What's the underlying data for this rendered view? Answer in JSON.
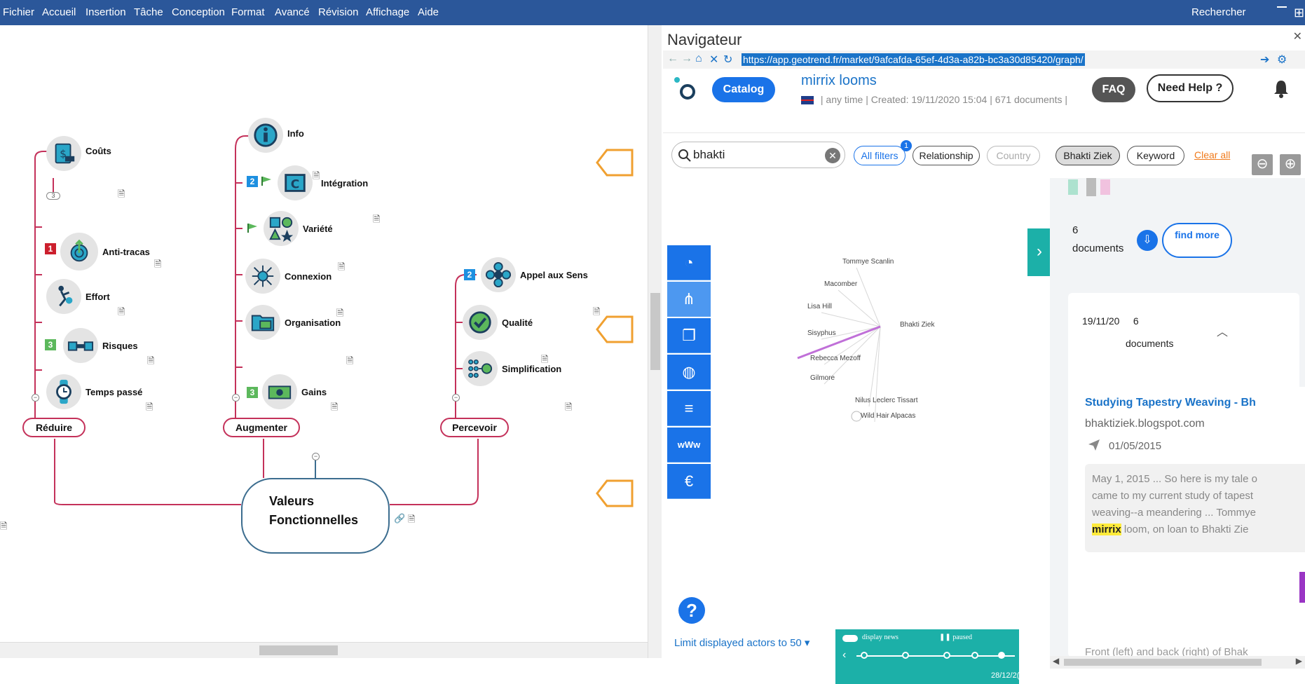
{
  "menubar": {
    "items": [
      "Fichier",
      "Accueil",
      "Insertion",
      "Tâche",
      "Conception",
      "Format",
      "Avancé",
      "Révision",
      "Affichage",
      "Aide"
    ],
    "search": "Rechercher"
  },
  "mindmap": {
    "central": {
      "line1": "Valeurs",
      "line2": "Fonctionnelles"
    },
    "branches": {
      "reduire": {
        "label": "Réduire",
        "collapse_badge": "3",
        "topics": [
          "Coûts",
          "Anti-tracas",
          "Effort",
          "Risques",
          "Temps passé"
        ]
      },
      "augmenter": {
        "label": "Augmenter",
        "topics": [
          "Info",
          "Intégration",
          "Variété",
          "Connexion",
          "Organisation",
          "Gains"
        ]
      },
      "percevoir": {
        "label": "Percevoir",
        "topics": [
          "Appel aux Sens",
          "Qualité",
          "Simplification"
        ]
      }
    },
    "priority_badges": [
      "1",
      "3",
      "2",
      "3",
      "2"
    ],
    "colors": {
      "branch": "#c4315a",
      "central": "#3c6d8f",
      "tag": "#f0a030",
      "badge_red": "#cc1f2d",
      "badge_green": "#5cb85c",
      "badge_blue": "#1e90e0"
    }
  },
  "navigator": {
    "title": "Navigateur",
    "url": "https://app.geotrend.fr/market/9afcafda-65ef-4d3a-a82b-bc3a30d85420/graph/",
    "app": {
      "catalog_label": "Catalog",
      "project_title": "mirrix looms",
      "meta_time": "any time",
      "meta_created": "Created: 19/11/2020 15:04",
      "meta_docs": "671 documents",
      "faq_label": "FAQ",
      "help_label": "Need Help ?"
    },
    "search": {
      "value": "bhakti"
    },
    "filters": {
      "all_filters": "All filters",
      "count": "1",
      "relationship": "Relationship",
      "country": "Country",
      "active_chip": "Bhakti Ziek",
      "keyword": "Keyword",
      "clear_all": "Clear all"
    },
    "graph": {
      "center": "Bhakti Ziek",
      "nodes": [
        "Tommye Scanlin",
        "Macomber",
        "Lisa Hill",
        "Sisyphus",
        "Rebecca Mezoff",
        "Gilmore",
        "Nilus Leclerc Tissart",
        "Wild Hair Alpacas"
      ],
      "highlight_color": "#c070d8"
    },
    "limit_link": "Limit displayed actors to 50",
    "timeline": {
      "display_news": "display news",
      "paused": "paused",
      "date": "28/12/2("
    },
    "right_panel": {
      "doc_count": "6",
      "doc_label": "documents",
      "find_more": "find more",
      "group_date": "19/11/20",
      "group_count": "6",
      "group_docs": "documents",
      "result_title": "Studying Tapestry Weaving - Bh",
      "result_site": "bhaktiziek.blogspot.com",
      "result_date": "01/05/2015",
      "snippet_lines": [
        "May 1, 2015 ... So here is my tale o",
        "came to my current study of tapest",
        "weaving--a meandering ... Tommye"
      ],
      "snippet_highlight": "mirrix",
      "snippet_tail": " loom, on loan to Bhakti Zie",
      "result_foot": "Front (left) and back (right) of Bhak"
    },
    "colors": {
      "primary": "#1a73e8",
      "teal": "#1cb0a8",
      "orange": "#f07b1d"
    }
  }
}
